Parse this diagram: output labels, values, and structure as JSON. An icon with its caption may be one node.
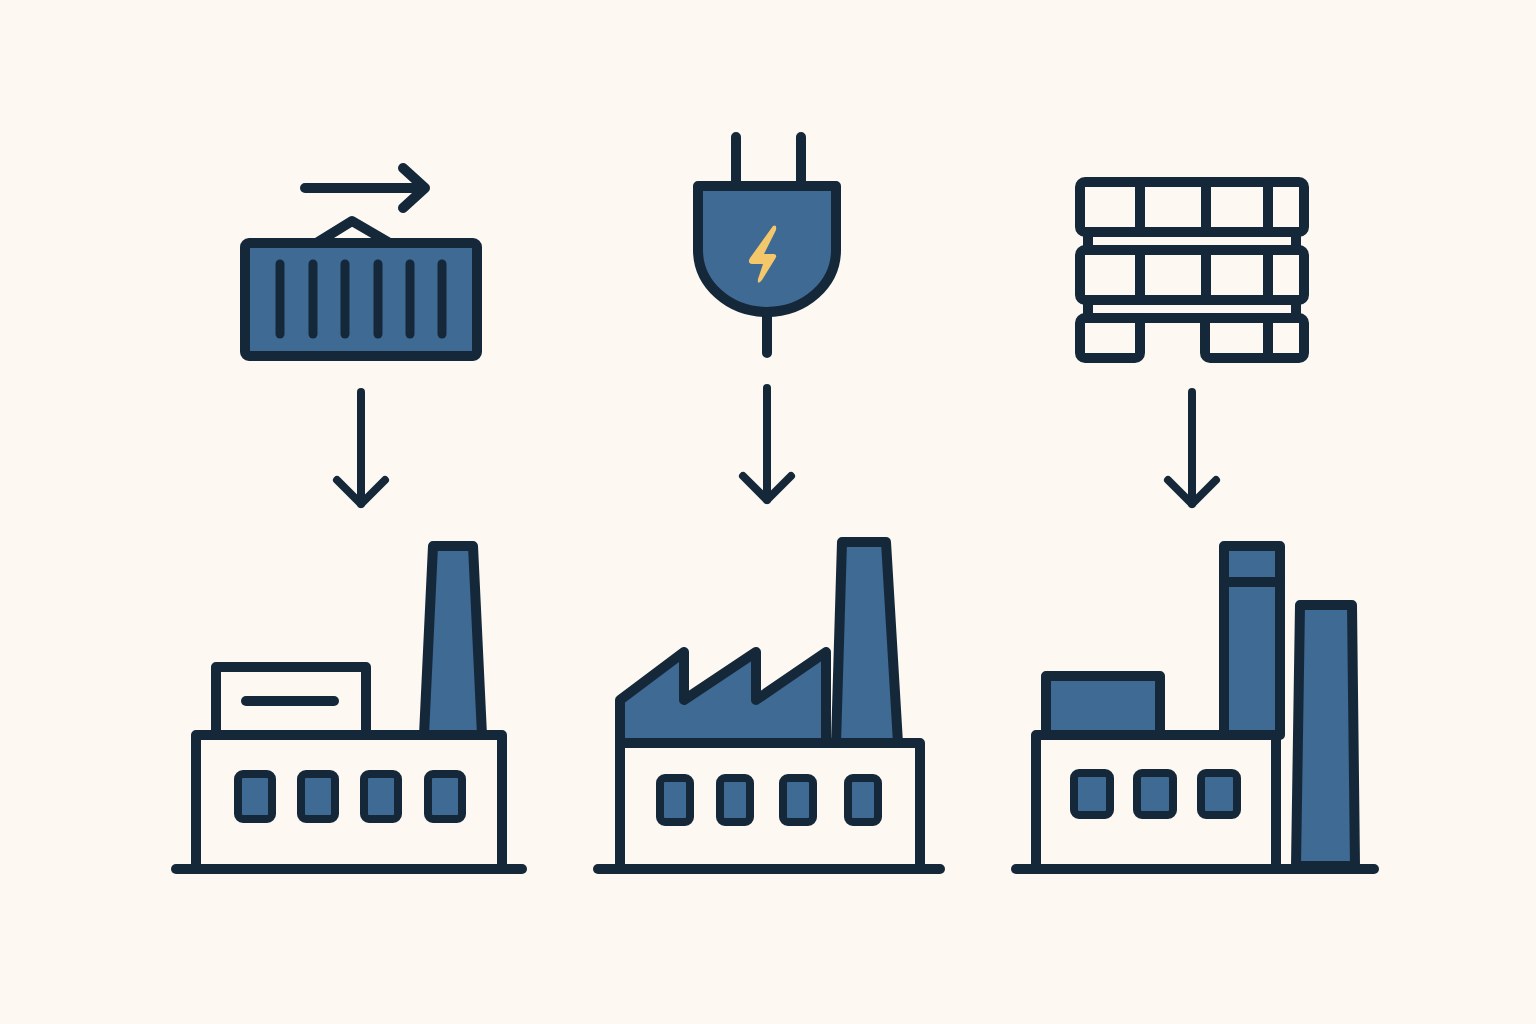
{
  "diagram": {
    "nodes": [
      {
        "text": [],
        "shape": "picture"
      },
      {
        "text": [],
        "shape": "picture"
      },
      {
        "text": [],
        "shape": "picture"
      },
      {
        "text": [],
        "shape": "picture"
      },
      {
        "text": [],
        "shape": "picture"
      },
      {
        "text": [],
        "shape": "picture"
      }
    ],
    "edges": [
      {
        "from": 0,
        "to": 3,
        "arrow": "to"
      },
      {
        "from": 1,
        "to": 4,
        "arrow": "to"
      },
      {
        "from": 2,
        "to": 5,
        "arrow": "to"
      }
    ]
  }
}
